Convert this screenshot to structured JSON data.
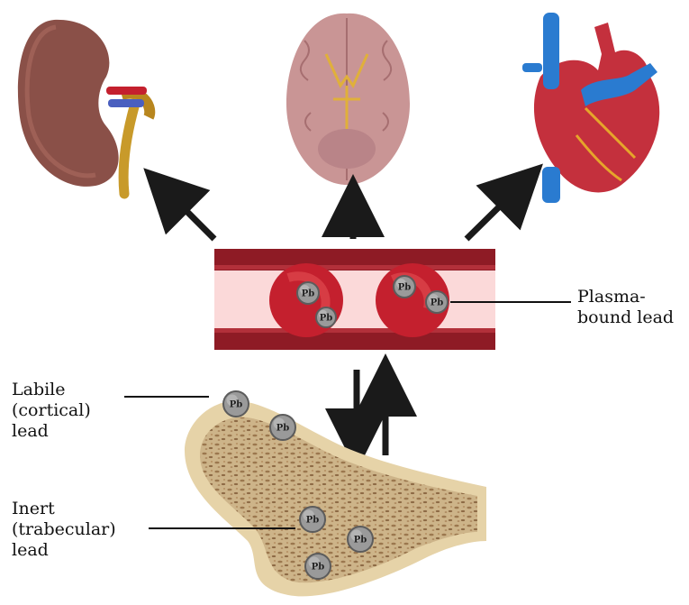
{
  "labels": {
    "plasma": "Plasma-\nbound lead",
    "labile": "Labile\n(cortical)\nlead",
    "inert": "Inert\n(trabecular)\nlead"
  },
  "lead_symbol": "Pb",
  "organs": [
    "kidney",
    "brain",
    "heart"
  ],
  "colors": {
    "arrow": "#1a1a1a",
    "vessel_wall": "#8e1b25",
    "plasma": "#fbd9d9",
    "rbc": "#c4202e",
    "lead_particle": "#9a9a9a",
    "bone": "#e6d3a8",
    "bone_texture": "#a07850"
  }
}
